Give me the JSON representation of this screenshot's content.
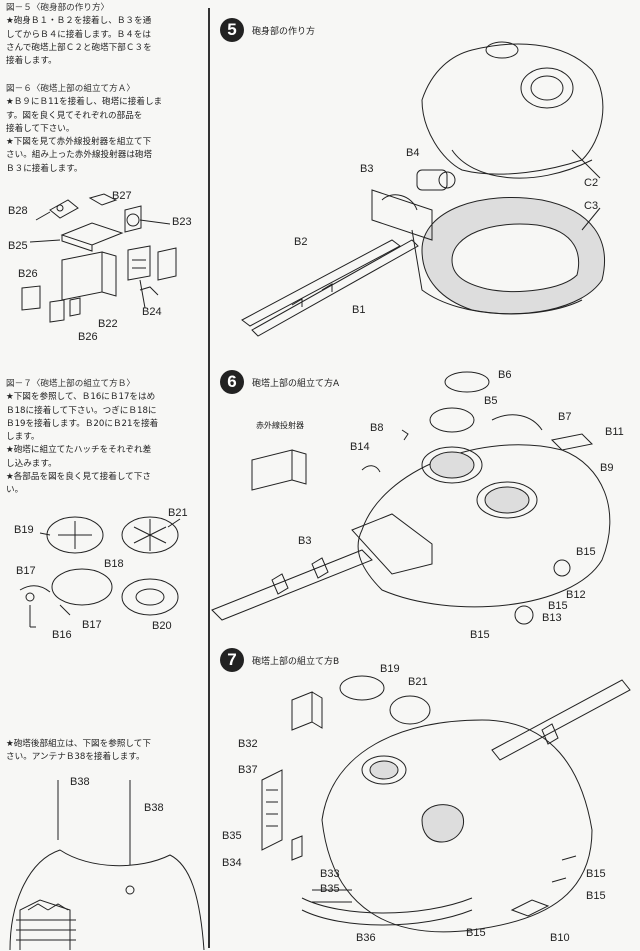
{
  "left": {
    "fig5": {
      "heading": "図－５〈砲身部の作り方〉",
      "lines": [
        "★砲身Ｂ１・Ｂ２を接着し、Ｂ３を通",
        "してからＢ４に接着します。Ｂ４をは",
        "さんで砲塔上部Ｃ２と砲塔下部Ｃ３を",
        "接着します。"
      ]
    },
    "fig6": {
      "heading": "図－６〈砲塔上部の組立て方Ａ〉",
      "lines": [
        "★Ｂ９にＢ11を接着し、砲塔に接着しま",
        "す。図を良く見てそれぞれの部品を",
        "接着して下さい。",
        "★下図を見て赤外線投射器を組立て下",
        "さい。組み上った赤外線投射器は砲塔",
        "Ｂ３に接着します。"
      ],
      "labels": [
        "B27",
        "B28",
        "B23",
        "B25",
        "B26",
        "B24",
        "B22",
        "B26"
      ]
    },
    "fig7": {
      "heading": "図－７〈砲塔上部の組立て方Ｂ〉",
      "lines": [
        "★下図を参照して、Ｂ16にＢ17をはめ",
        "Ｂ18に接着して下さい。つぎにＢ18に",
        "Ｂ19を接着します。Ｂ20にＢ21を接着",
        "します。",
        "★砲塔に組立てたハッチをそれぞれ差",
        "し込みます。",
        "★各部品を図を良く見て接着して下さ",
        "い。"
      ],
      "labels": [
        "B21",
        "B19",
        "B18",
        "B17",
        "B17",
        "B16",
        "B20"
      ]
    },
    "rear": {
      "lines": [
        "★砲塔後部組立は、下図を参照して下",
        "さい。アンテナＢ38を接着します。"
      ],
      "labels": [
        "B38",
        "B38"
      ]
    }
  },
  "step5": {
    "number": "5",
    "title": "砲身部の作り方",
    "labels": [
      "B4",
      "B3",
      "C2",
      "C3",
      "B2",
      "B1"
    ]
  },
  "step6": {
    "number": "6",
    "title": "砲塔上部の組立て方A",
    "ir_label": "赤外線投射器",
    "labels": [
      "B6",
      "B5",
      "B7",
      "B11",
      "B8",
      "B14",
      "B9",
      "B3",
      "B15",
      "B12",
      "B15",
      "B13",
      "B15"
    ]
  },
  "step7": {
    "number": "7",
    "title": "砲塔上部の組立て方B",
    "labels": [
      "B19",
      "B21",
      "B32",
      "B37",
      "B35",
      "B34",
      "B33",
      "B35",
      "B15",
      "B15",
      "B36",
      "B15",
      "B10"
    ]
  }
}
